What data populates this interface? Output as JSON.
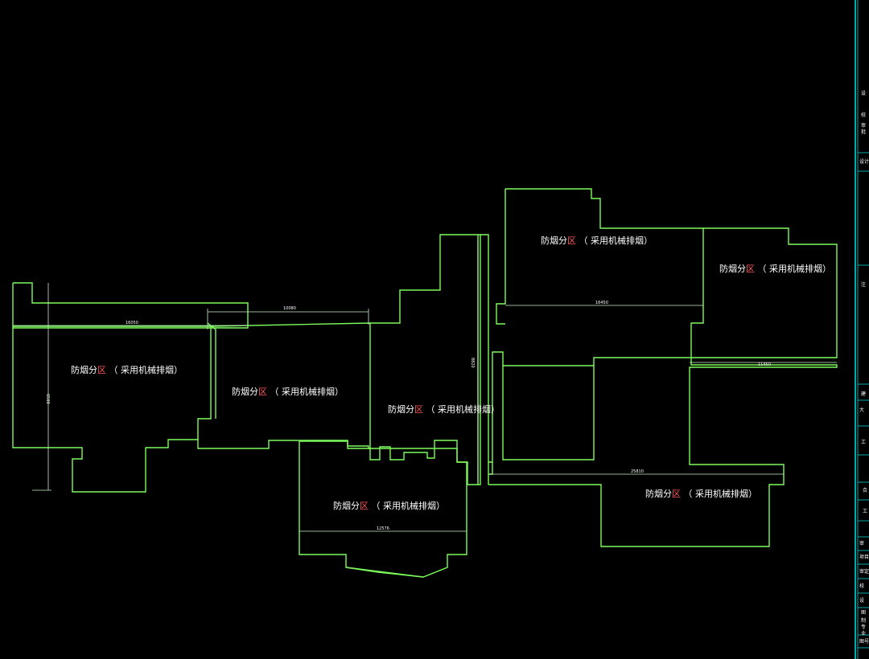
{
  "colors": {
    "background": "#000000",
    "outline": "#7CFC5A",
    "dimension_line": "#c8f0c8",
    "label_text": "#ffffff",
    "label_highlight": "#ff5a5a",
    "title_block": "#00d4d4"
  },
  "zones": [
    {
      "prefix": "防烟分",
      "hl": "区",
      "suffix": " （ 采用机械排烟）"
    },
    {
      "prefix": "防烟分",
      "hl": "区",
      "suffix": " （ 采用机械排烟）"
    },
    {
      "prefix": "防烟分",
      "hl": "区",
      "suffix": " （ 采用机械排烟）"
    },
    {
      "prefix": "防烟分",
      "hl": "区",
      "suffix": " （ 采用机械排烟）"
    },
    {
      "prefix": "防烟分",
      "hl": "区",
      "suffix": " （ 采用机械排烟）"
    },
    {
      "prefix": "防烟分",
      "hl": "区",
      "suffix": " （ 采用机械排烟）"
    },
    {
      "prefix": "防烟分",
      "hl": "区",
      "suffix": " （ 采用机械排烟）"
    }
  ],
  "dimensions": [
    "16050",
    "10080",
    "16450",
    "11450",
    "25810",
    "12576",
    "6500",
    "8820"
  ],
  "title_block": {
    "labels": [
      "设",
      "校",
      "审",
      "批",
      "设计",
      "注",
      "建",
      "大",
      "工",
      "合",
      "工",
      "审",
      "项目",
      "审定",
      "校",
      "设",
      "图",
      "制",
      "专",
      "业",
      "图号"
    ]
  }
}
